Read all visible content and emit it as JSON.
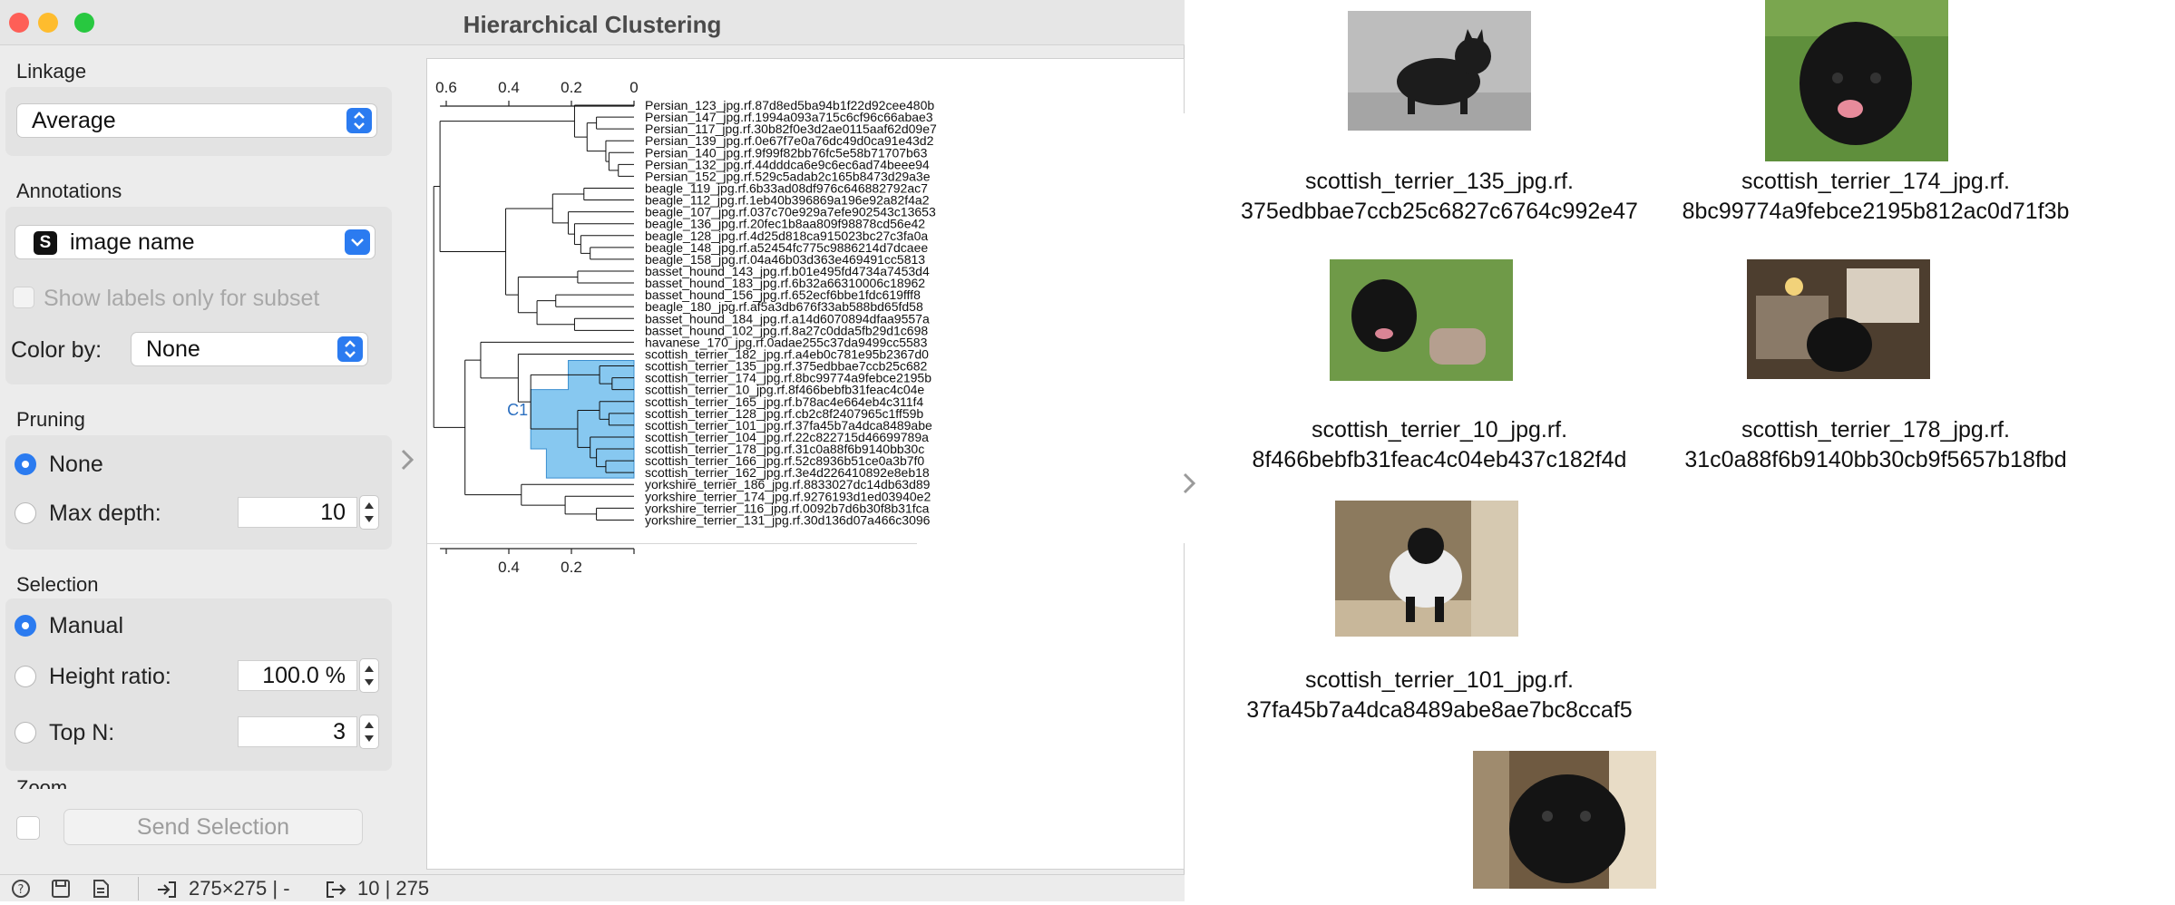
{
  "window": {
    "title": "Hierarchical Clustering"
  },
  "linkage": {
    "label": "Linkage",
    "value": "Average"
  },
  "annotations": {
    "label": "Annotations",
    "value": "image name",
    "type_glyph": "S",
    "show_subset_label": "Show labels only for subset",
    "color_by_label": "Color by:",
    "color_by_value": "None"
  },
  "pruning": {
    "label": "Pruning",
    "options": [
      "None",
      "Max depth:"
    ],
    "selected": "None",
    "max_depth": "10"
  },
  "selection": {
    "label": "Selection",
    "options": [
      "Manual",
      "Height ratio:",
      "Top N:"
    ],
    "selected": "Manual",
    "height_ratio": "100.0 %",
    "top_n": "3",
    "zoom_label": "Zoom",
    "send_button": "Send Selection"
  },
  "statusbar": {
    "input_summary": "275×275 | -",
    "output_summary": "10 | 275"
  },
  "dendrogram": {
    "top_axis_ticks": [
      "0.6",
      "0.4",
      "0.2",
      "0"
    ],
    "bottom_axis_ticks": [
      "0.4",
      "0.2"
    ],
    "cluster_label": "C1",
    "selection_color": "#87c8f0",
    "leaves": [
      "Persian_123_jpg.rf.87d8ed5ba94b1f22d92cee480b",
      "Persian_147_jpg.rf.1994a093a715c6cf96c66abae3",
      "Persian_117_jpg.rf.30b82f0e3d2ae0115aaf62d09e7",
      "Persian_139_jpg.rf.0e67f7e0a76dc49d0ca91e43d2",
      "Persian_140_jpg.rf.9f99f82bb76fc5e58b71707b63",
      "Persian_132_jpg.rf.44dddca6e9c6ec6ad74beee94",
      "Persian_152_jpg.rf.529c5adab2c165b8473d29a3e",
      "beagle_119_jpg.rf.6b33ad08df976c646882792ac7",
      "beagle_112_jpg.rf.1eb40b396869a196e92a82f4a2",
      "beagle_107_jpg.rf.037c70e929a7efe902543c13653",
      "beagle_136_jpg.rf.20fec1b8aa809f98878cd56e42",
      "beagle_128_jpg.rf.4d25d818ca915023bc27c3fa0a",
      "beagle_148_jpg.rf.a52454fc775c9886214d7dcaee",
      "beagle_158_jpg.rf.04a46b03d363e469491cc5813",
      "basset_hound_143_jpg.rf.b01e495fd4734a7453d4",
      "basset_hound_183_jpg.rf.6b32a66310006c18962",
      "basset_hound_156_jpg.rf.652ecf6bbe1fdc619fff8",
      "beagle_180_jpg.rf.af5a3db676f33ab588bd65fd58",
      "basset_hound_184_jpg.rf.a14d6070894dfaa9557a",
      "basset_hound_102_jpg.rf.8a27c0dda5fb29d1c698",
      "havanese_170_jpg.rf.0adae255c37da9499cc5583",
      "scottish_terrier_182_jpg.rf.a4eb0c781e95b2367d0",
      "scottish_terrier_135_jpg.rf.375edbbae7ccb25c682",
      "scottish_terrier_174_jpg.rf.8bc99774a9febce2195b",
      "scottish_terrier_10_jpg.rf.8f466bebfb31feac4c04e",
      "scottish_terrier_165_jpg.rf.b78ac4e664eb4c311f4",
      "scottish_terrier_128_jpg.rf.cb2c8f2407965c1ff59b",
      "scottish_terrier_101_jpg.rf.37fa45b7a4dca8489abe",
      "scottish_terrier_104_jpg.rf.22c822715d46699789a",
      "scottish_terrier_178_jpg.rf.31c0a88f6b9140bb30c",
      "scottish_terrier_166_jpg.rf.52c8936b51ce0a3b7f0",
      "scottish_terrier_162_jpg.rf.3e4d226410892e8eb18",
      "yorkshire_terrier_186_jpg.rf.8833027dc14db63d89",
      "yorkshire_terrier_174_jpg.rf.9276193d1ed03940e2",
      "yorkshire_terrier_116_jpg.rf.0092b7d6b30f8b31fca",
      "yorkshire_terrier_131_jpg.rf.30d136d07a466c3096"
    ]
  },
  "viewer": {
    "images": [
      {
        "caption_line1": "scottish_terrier_135_jpg.rf.",
        "caption_line2": "375edbbae7ccb25c6827c6764c992e47"
      },
      {
        "caption_line1": "scottish_terrier_174_jpg.rf.",
        "caption_line2": "8bc99774a9febce2195b812ac0d71f3b"
      },
      {
        "caption_line1": "scottish_terrier_10_jpg.rf.",
        "caption_line2": "8f466bebfb31feac4c04eb437c182f4d"
      },
      {
        "caption_line1": "scottish_terrier_178_jpg.rf.",
        "caption_line2": "31c0a88f6b9140bb30cb9f5657b18fbd"
      },
      {
        "caption_line1": "scottish_terrier_101_jpg.rf.",
        "caption_line2": "37fa45b7a4dca8489abe8ae7bc8ccaf5"
      }
    ]
  }
}
